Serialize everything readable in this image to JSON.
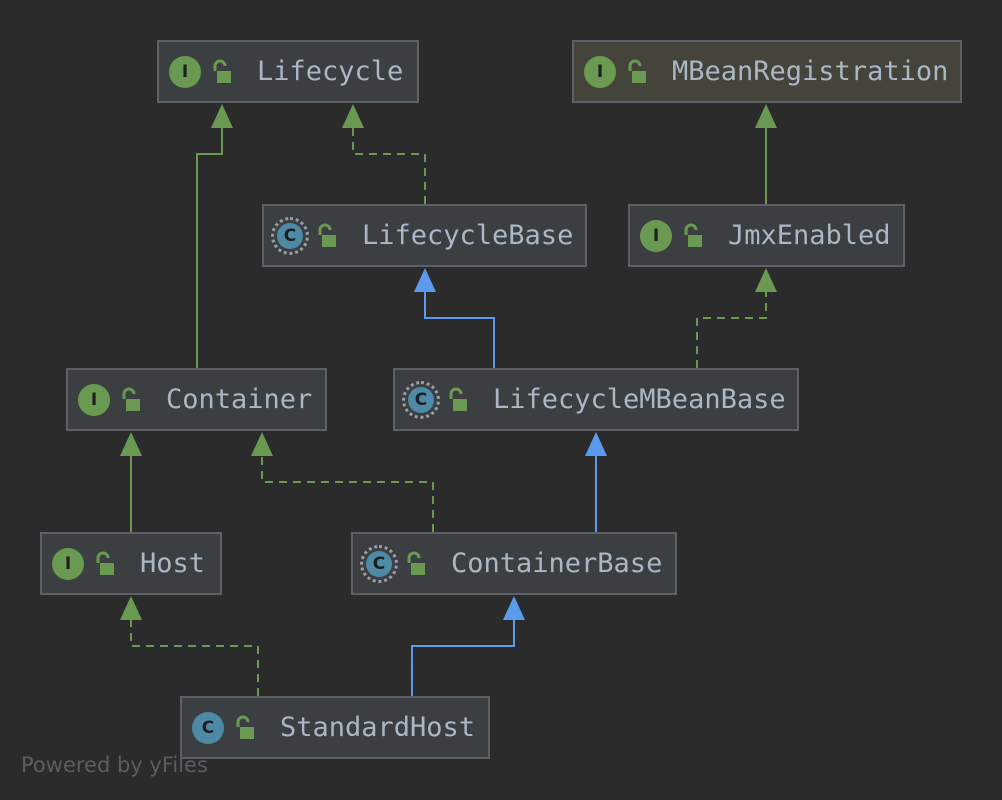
{
  "nodes": {
    "lifecycle": {
      "label": "Lifecycle",
      "kind": "interface",
      "badge": "I"
    },
    "mbean_registration": {
      "label": "MBeanRegistration",
      "kind": "interface",
      "badge": "I"
    },
    "lifecycle_base": {
      "label": "LifecycleBase",
      "kind": "abstract-class",
      "badge": "C"
    },
    "jmx_enabled": {
      "label": "JmxEnabled",
      "kind": "interface",
      "badge": "I"
    },
    "container": {
      "label": "Container",
      "kind": "interface",
      "badge": "I"
    },
    "lifecycle_mbean_base": {
      "label": "LifecycleMBeanBase",
      "kind": "abstract-class",
      "badge": "C"
    },
    "host": {
      "label": "Host",
      "kind": "interface",
      "badge": "I"
    },
    "container_base": {
      "label": "ContainerBase",
      "kind": "abstract-class",
      "badge": "C"
    },
    "standard_host": {
      "label": "StandardHost",
      "kind": "class",
      "badge": "C"
    }
  },
  "edges": [
    {
      "from": "container",
      "to": "lifecycle",
      "type": "extends"
    },
    {
      "from": "lifecycle_base",
      "to": "lifecycle",
      "type": "implements"
    },
    {
      "from": "jmx_enabled",
      "to": "mbean_registration",
      "type": "extends"
    },
    {
      "from": "lifecycle_mbean_base",
      "to": "lifecycle_base",
      "type": "extends"
    },
    {
      "from": "lifecycle_mbean_base",
      "to": "jmx_enabled",
      "type": "implements"
    },
    {
      "from": "host",
      "to": "container",
      "type": "extends"
    },
    {
      "from": "container_base",
      "to": "container",
      "type": "implements"
    },
    {
      "from": "container_base",
      "to": "lifecycle_mbean_base",
      "type": "extends"
    },
    {
      "from": "standard_host",
      "to": "host",
      "type": "implements"
    },
    {
      "from": "standard_host",
      "to": "container_base",
      "type": "extends"
    }
  ],
  "colors": {
    "background": "#2b2b2b",
    "interface_badge": "#6a9a52",
    "class_badge": "#4d8aa6",
    "interface_edge": "#6a9a52",
    "class_edge": "#5b9bef",
    "lock": "#6a9a52"
  },
  "footer": {
    "text": "Powered by yFiles"
  }
}
